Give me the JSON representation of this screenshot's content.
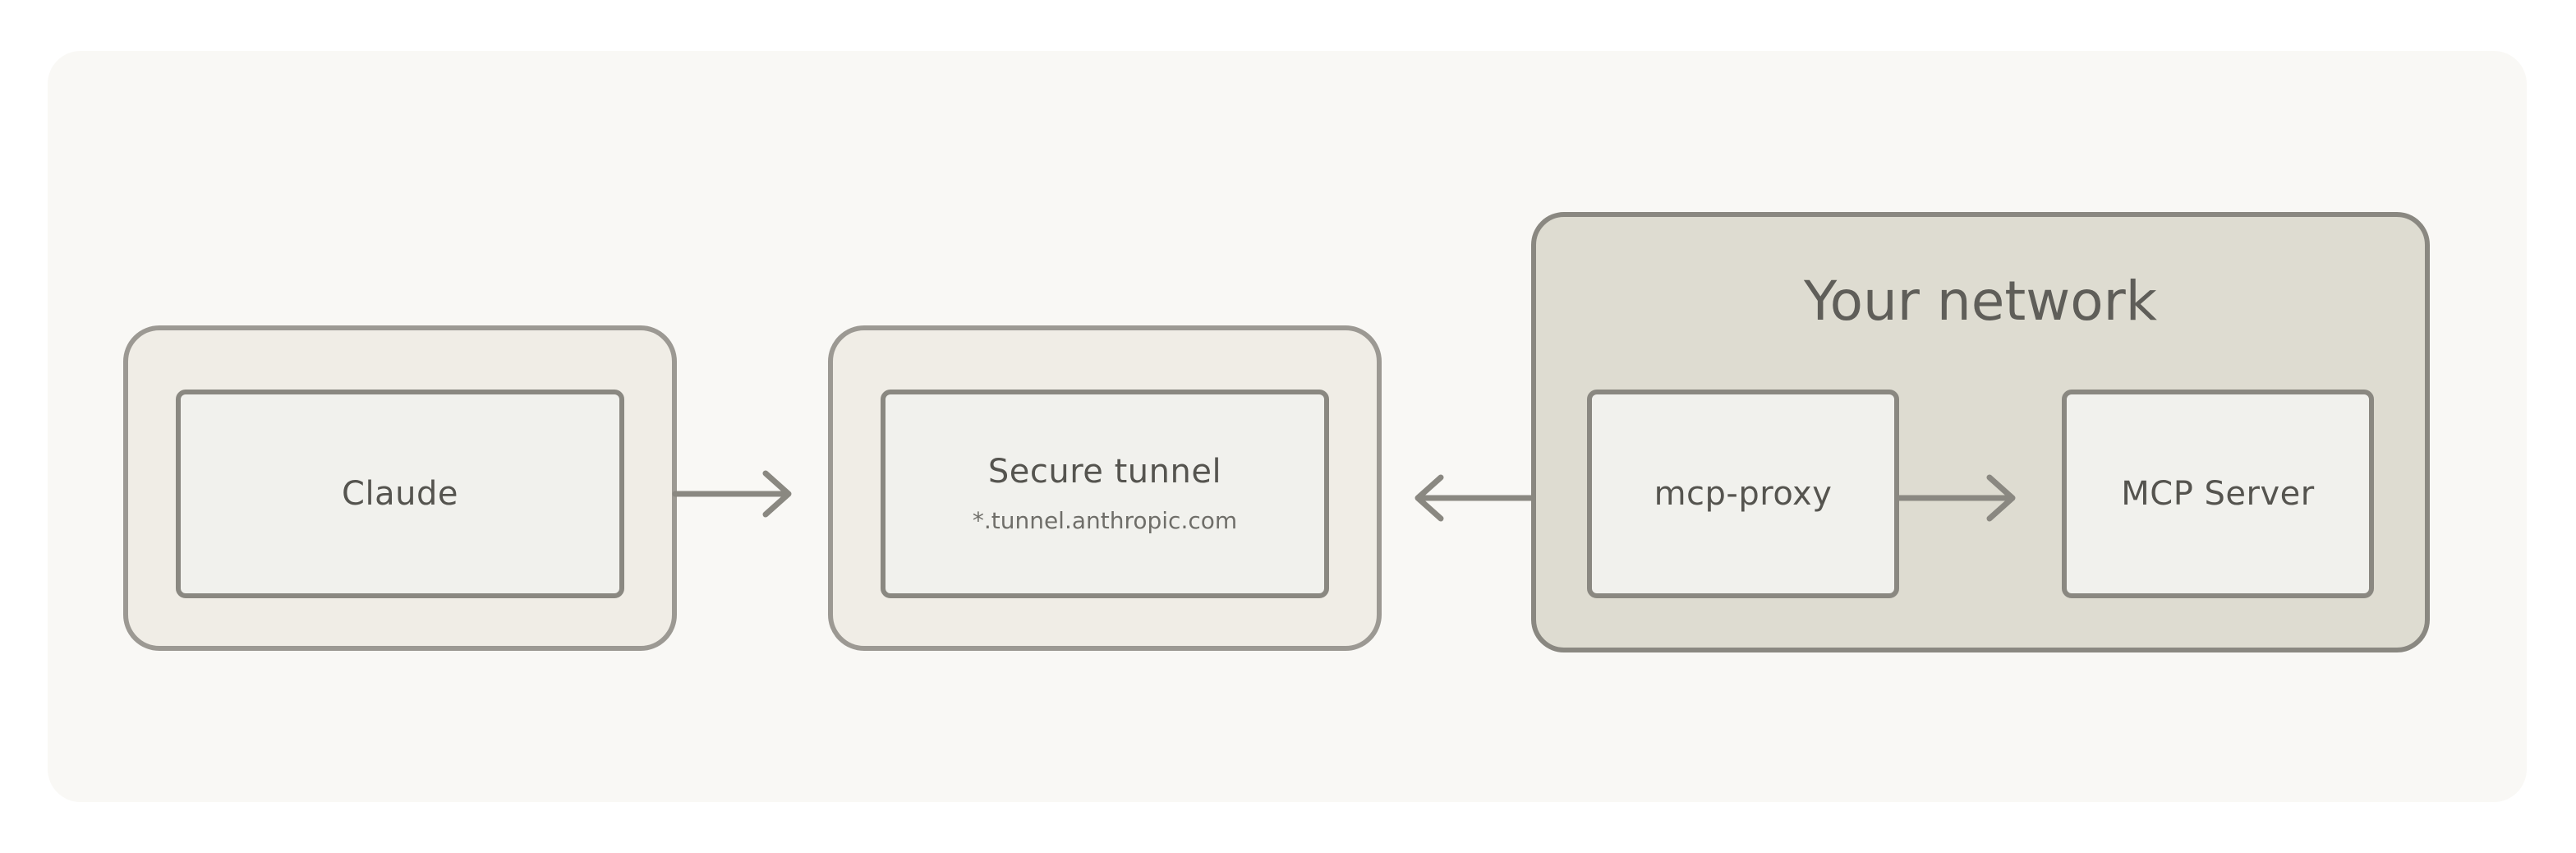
{
  "nodes": {
    "claude": {
      "label": "Claude"
    },
    "tunnel": {
      "label": "Secure tunnel",
      "sublabel": "*.tunnel.anthropic.com"
    },
    "network": {
      "title": "Your network"
    },
    "proxy": {
      "label": "mcp-proxy"
    },
    "server": {
      "label": "MCP Server"
    }
  },
  "edges": [
    {
      "from": "claude",
      "to": "tunnel"
    },
    {
      "from": "mcp-proxy",
      "to": "tunnel"
    },
    {
      "from": "mcp-proxy",
      "to": "MCP Server"
    }
  ],
  "colors": {
    "background": "#f9f8f5",
    "outer_box_fill": "#f0ede6",
    "network_fill": "#dedcd1",
    "inner_box_fill": "#f1f1ed",
    "stroke": "#8a8881",
    "text": "#55544f"
  }
}
